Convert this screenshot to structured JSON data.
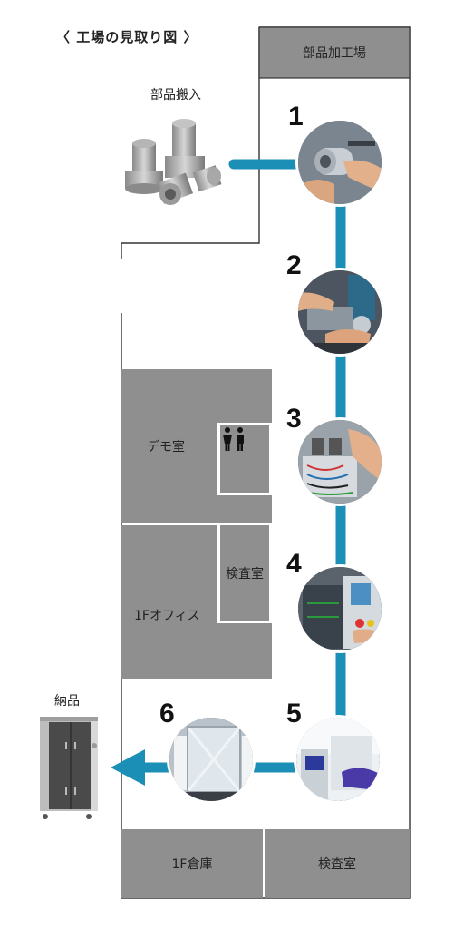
{
  "title": "〈 工場の見取り図 〉",
  "areas": {
    "parts_processing": "部品加工場",
    "parts_intake": "部品搬入",
    "demo_room": "デモ室",
    "inspection_room_1f": "検査室",
    "office_1f": "1Fオフィス",
    "delivery": "納品",
    "warehouse_1f": "1F倉庫",
    "inspection_room_bottom": "検査室"
  },
  "steps": [
    {
      "number": "1"
    },
    {
      "number": "2"
    },
    {
      "number": "3"
    },
    {
      "number": "4"
    },
    {
      "number": "5"
    },
    {
      "number": "6"
    }
  ],
  "icons": {
    "restroom": "restroom-icon",
    "parts": "machined-parts-icon",
    "cabinet": "control-cabinet-icon",
    "arrow": "delivery-arrow-icon"
  },
  "colors": {
    "flow_line": "#1b8fb5",
    "room_fill": "#8f8f8f",
    "outline": "#333333"
  }
}
